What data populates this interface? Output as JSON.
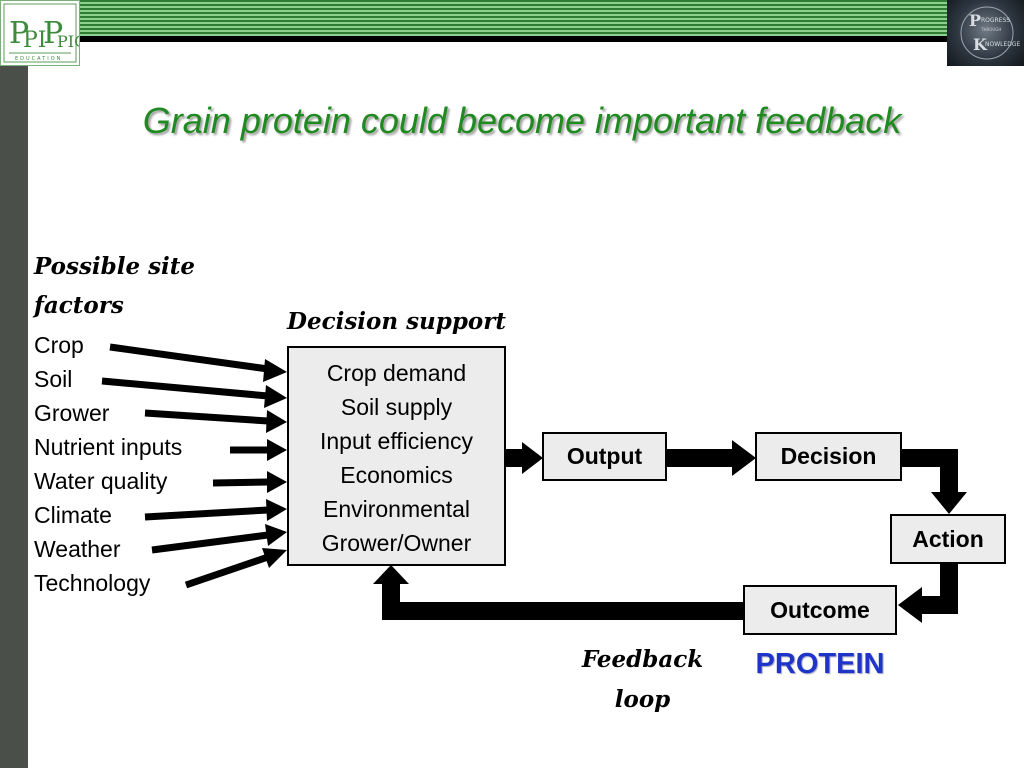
{
  "title": "Grain protein could become important feedback",
  "factors_heading": "Possible site factors",
  "factors": [
    "Crop",
    "Soil",
    "Grower",
    "Nutrient inputs",
    "Water quality",
    "Climate",
    "Weather",
    "Technology"
  ],
  "decision_support": {
    "heading": "Decision support",
    "items": [
      "Crop demand",
      "Soil supply",
      "Input efficiency",
      "Economics",
      "Environmental",
      "Grower/Owner"
    ]
  },
  "flow": {
    "output": "Output",
    "decision": "Decision",
    "action": "Action",
    "outcome": "Outcome"
  },
  "feedback_label": "Feedback loop",
  "protein_label": "PROTEIN",
  "colors": {
    "title": "#1f8a1f",
    "protein": "#1f35c8",
    "box_fill": "#ececec",
    "side_bar": "#4b4f49"
  },
  "logos": {
    "left": "PPI PPIC education logo",
    "right": "Progress through knowledge globe logo"
  }
}
